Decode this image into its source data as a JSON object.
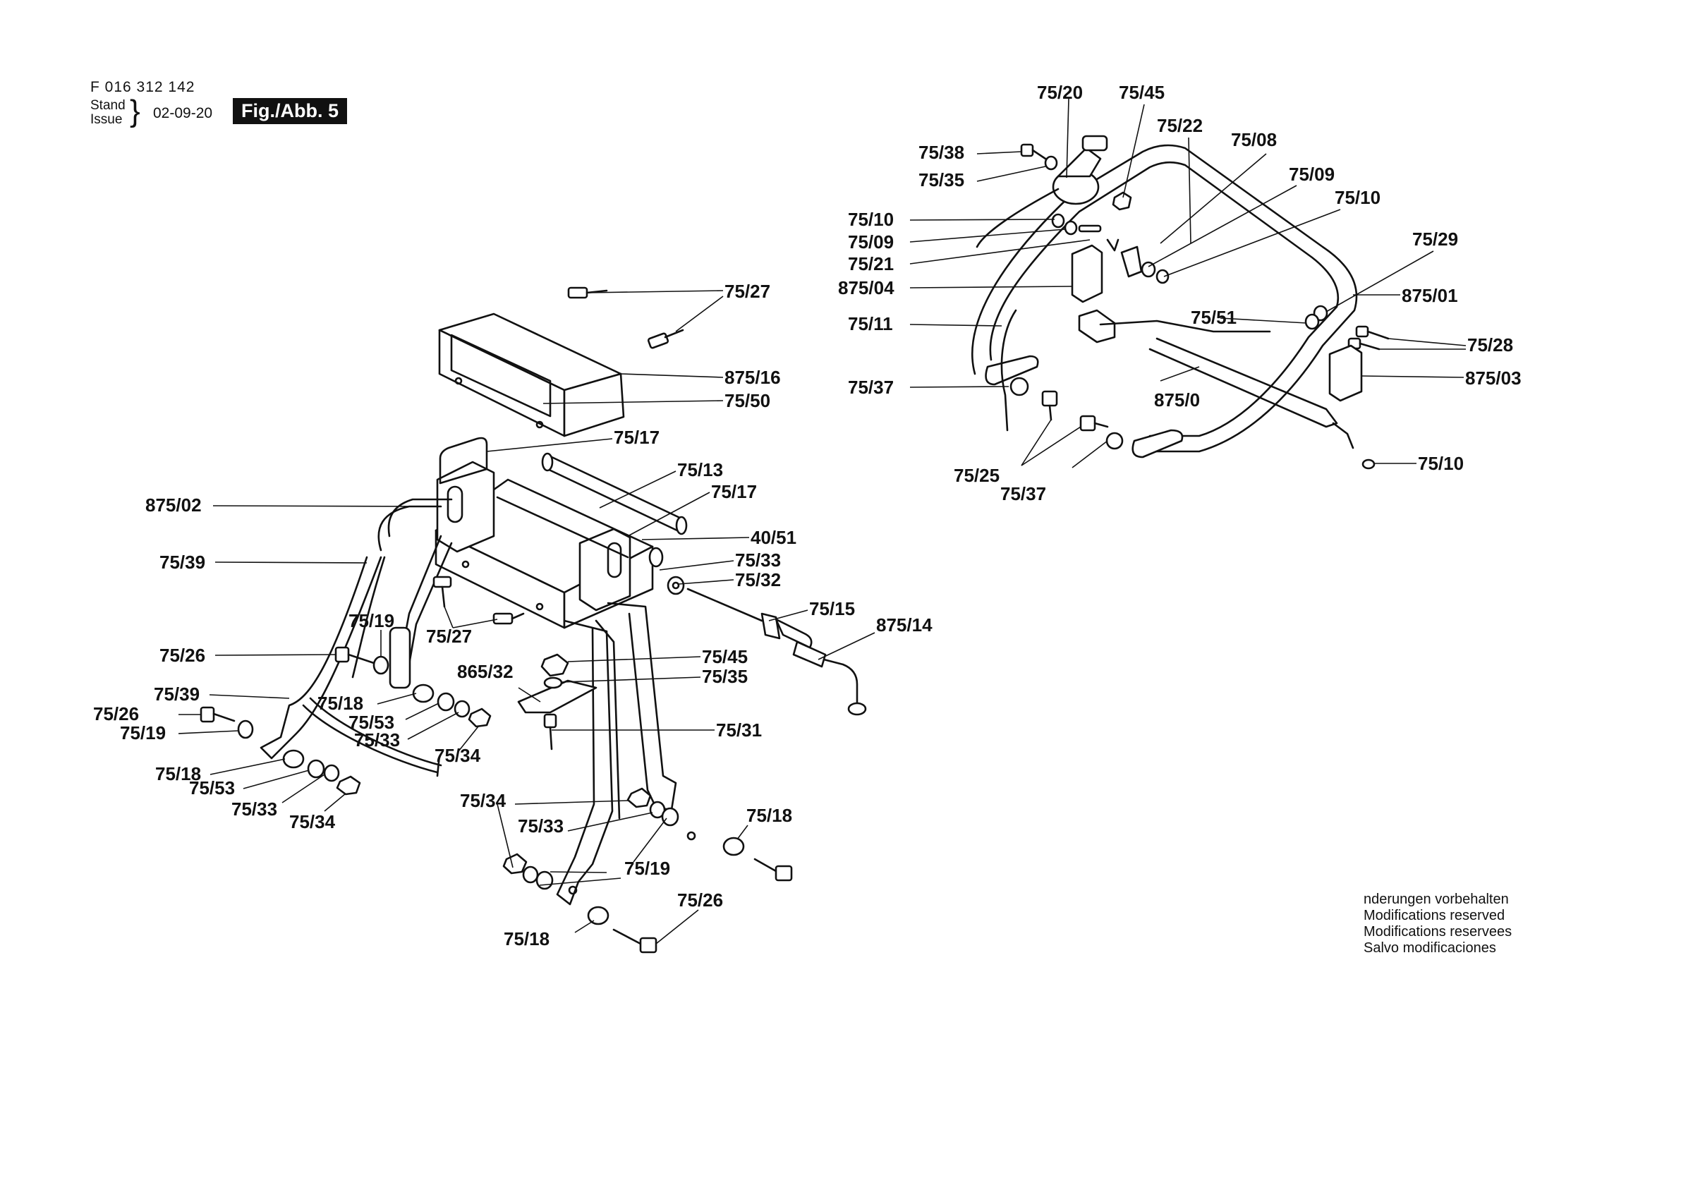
{
  "header": {
    "doc_number": "F 016 312 142",
    "stand_label": "Stand",
    "issue_label": "Issue",
    "date": "02-09-20",
    "figure_label": "Fig./Abb. 5"
  },
  "notice": {
    "line1": "nderungen vorbehalten",
    "line2": "Modifications reserved",
    "line3": "Modifications reservees",
    "line4": "Salvo modificaciones"
  },
  "callouts": [
    {
      "id": "c01",
      "text": "75/27"
    },
    {
      "id": "c02",
      "text": "875/16"
    },
    {
      "id": "c03",
      "text": "75/50"
    },
    {
      "id": "c04",
      "text": "75/17"
    },
    {
      "id": "c05",
      "text": "75/13"
    },
    {
      "id": "c06",
      "text": "875/02"
    },
    {
      "id": "c07",
      "text": "75/17"
    },
    {
      "id": "c08",
      "text": "40/51"
    },
    {
      "id": "c09",
      "text": "75/39"
    },
    {
      "id": "c10",
      "text": "75/33"
    },
    {
      "id": "c11",
      "text": "75/32"
    },
    {
      "id": "c12",
      "text": "75/15"
    },
    {
      "id": "c13",
      "text": "875/14"
    },
    {
      "id": "c14",
      "text": "75/19"
    },
    {
      "id": "c15",
      "text": "75/27"
    },
    {
      "id": "c16",
      "text": "75/26"
    },
    {
      "id": "c17",
      "text": "75/45"
    },
    {
      "id": "c18",
      "text": "865/32"
    },
    {
      "id": "c19",
      "text": "75/35"
    },
    {
      "id": "c20",
      "text": "75/39"
    },
    {
      "id": "c21",
      "text": "75/18"
    },
    {
      "id": "c22",
      "text": "75/26"
    },
    {
      "id": "c23",
      "text": "75/53"
    },
    {
      "id": "c24",
      "text": "75/19"
    },
    {
      "id": "c25",
      "text": "75/33"
    },
    {
      "id": "c26",
      "text": "75/31"
    },
    {
      "id": "c27",
      "text": "75/34"
    },
    {
      "id": "c28",
      "text": "75/18"
    },
    {
      "id": "c29",
      "text": "75/53"
    },
    {
      "id": "c30",
      "text": "75/33"
    },
    {
      "id": "c31",
      "text": "75/34"
    },
    {
      "id": "c32",
      "text": "75/34"
    },
    {
      "id": "c33",
      "text": "75/18"
    },
    {
      "id": "c34",
      "text": "75/33"
    },
    {
      "id": "c35",
      "text": "75/19"
    },
    {
      "id": "c36",
      "text": "75/26"
    },
    {
      "id": "c37",
      "text": "75/18"
    },
    {
      "id": "c38",
      "text": "75/20"
    },
    {
      "id": "c39",
      "text": "75/45"
    },
    {
      "id": "c40",
      "text": "75/22"
    },
    {
      "id": "c41",
      "text": "75/38"
    },
    {
      "id": "c42",
      "text": "75/08"
    },
    {
      "id": "c43",
      "text": "75/35"
    },
    {
      "id": "c44",
      "text": "75/09"
    },
    {
      "id": "c45",
      "text": "75/10"
    },
    {
      "id": "c46",
      "text": "75/10"
    },
    {
      "id": "c47",
      "text": "75/09"
    },
    {
      "id": "c48",
      "text": "75/29"
    },
    {
      "id": "c49",
      "text": "75/21"
    },
    {
      "id": "c50",
      "text": "875/04"
    },
    {
      "id": "c51",
      "text": "875/01"
    },
    {
      "id": "c52",
      "text": "75/11"
    },
    {
      "id": "c53",
      "text": "75/51"
    },
    {
      "id": "c54",
      "text": "75/28"
    },
    {
      "id": "c55",
      "text": "875/03"
    },
    {
      "id": "c56",
      "text": "75/37"
    },
    {
      "id": "c57",
      "text": "875/0"
    },
    {
      "id": "c58",
      "text": "75/25"
    },
    {
      "id": "c59",
      "text": "75/10"
    },
    {
      "id": "c60",
      "text": "75/37"
    }
  ]
}
